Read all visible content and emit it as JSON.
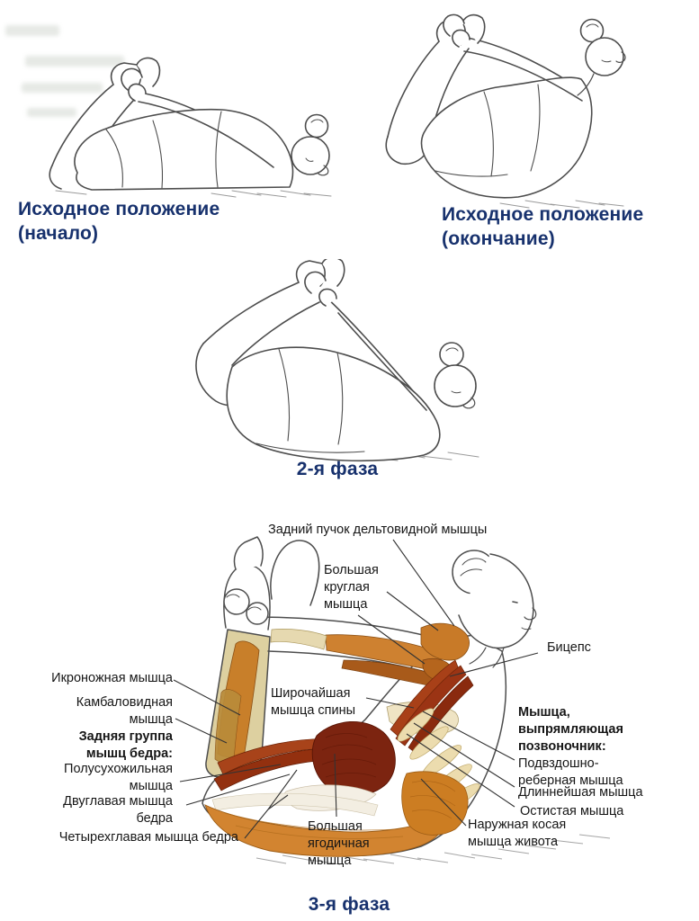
{
  "captions": {
    "fig_start_begin": "Исходное положение\n(начало)",
    "fig_start_end": "Исходное положение\n(окончание)",
    "fig_phase2": "2-я фаза",
    "fig_phase3": "3-я фаза"
  },
  "labels": {
    "deltoid": "Задний пучок дельтовидной мышцы",
    "teres_major": "Большая круглая мышца",
    "biceps": "Бицепс",
    "gastrocnemius": "Икроножная мышца",
    "soleus": "Камбаловидная мышца",
    "hamstring_group": "Задняя группа мышц бедра:",
    "semitendinosus": "Полусухожильная мышца",
    "biceps_femoris": "Двуглавая мышца бедра",
    "quadriceps": "Четырехглавая мышца бедра",
    "latissimus": "Широчайшая мышца спины",
    "erector_group": "Мышца, выпрямляющая позвоночник:",
    "iliocostalis": "Подвздошно-реберная мышца",
    "longissimus": "Длиннейшая мышца",
    "spinalis": "Остистая мышца",
    "obliques": "Наружная косая мышца живота",
    "gluteus": "Большая ягодичная мышца"
  },
  "colors": {
    "caption_navy": "#17316d",
    "label_ink": "#161616",
    "line_art": "#4d4d4d",
    "muscle_orange": "#d28430",
    "muscle_red": "#93300f",
    "muscle_maroon": "#7c2410",
    "bone_cream": "#ecdcae",
    "tendon_tan": "#ddd0a0"
  }
}
